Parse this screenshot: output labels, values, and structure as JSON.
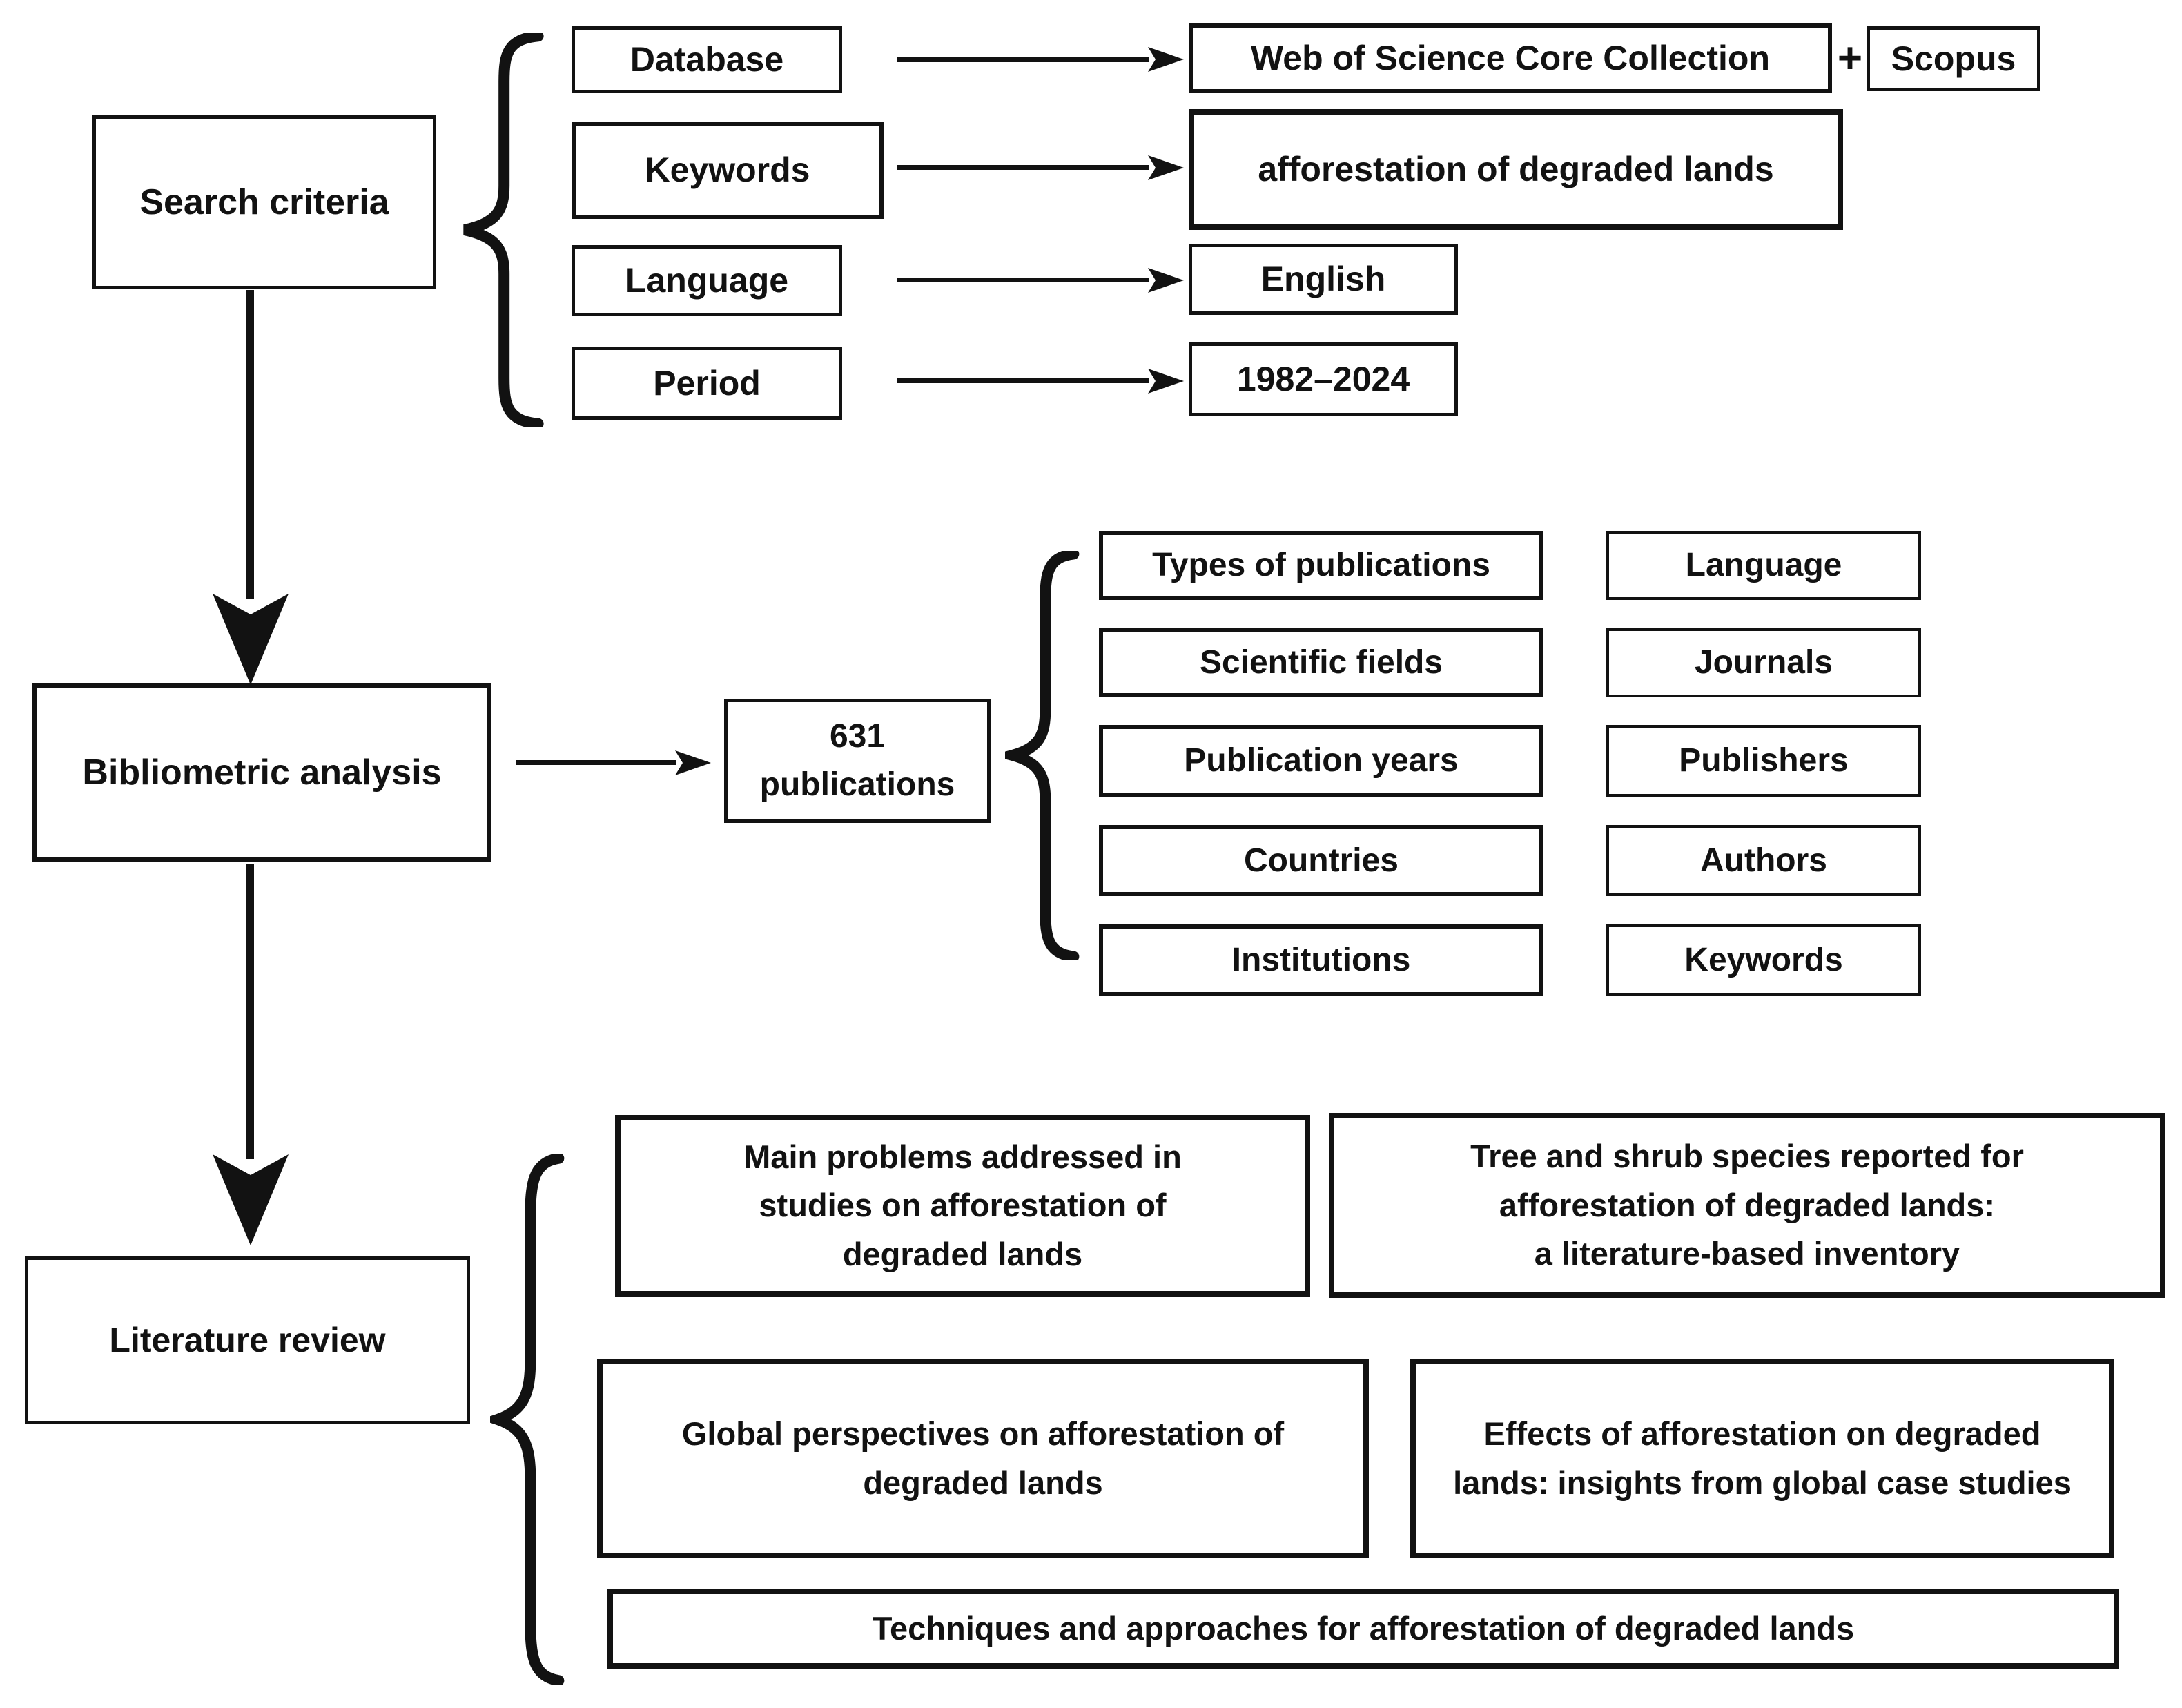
{
  "palette": {
    "ink": "#121212",
    "paper": "#ffffff"
  },
  "search_section": {
    "title": "Search criteria",
    "criteria": [
      {
        "label": "Database",
        "value": "Web of Science Core Collection"
      },
      {
        "label": "Keywords",
        "value": "afforestation of degraded lands"
      },
      {
        "label": "Language",
        "value": "English"
      },
      {
        "label": "Period",
        "value": "1982–2024"
      }
    ],
    "plus_sign": "+",
    "second_database": "Scopus"
  },
  "bibliometric_section": {
    "title": "Bibliometric analysis",
    "result_count": "631\npublications",
    "aspects_left": [
      "Types of publications",
      "Scientific fields",
      "Publication years",
      "Countries",
      "Institutions"
    ],
    "aspects_right": [
      "Language",
      "Journals",
      "Publishers",
      "Authors",
      "Keywords"
    ]
  },
  "literature_section": {
    "title": "Literature review",
    "topics": [
      "Main problems addressed in\nstudies on afforestation of\ndegraded lands",
      "Tree and shrub species reported for\nafforestation of degraded lands:\na literature-based inventory",
      "Global perspectives on afforestation of\ndegraded lands",
      "Effects of afforestation on degraded\nlands: insights from global case studies",
      "Techniques and approaches for afforestation of degraded lands"
    ]
  }
}
